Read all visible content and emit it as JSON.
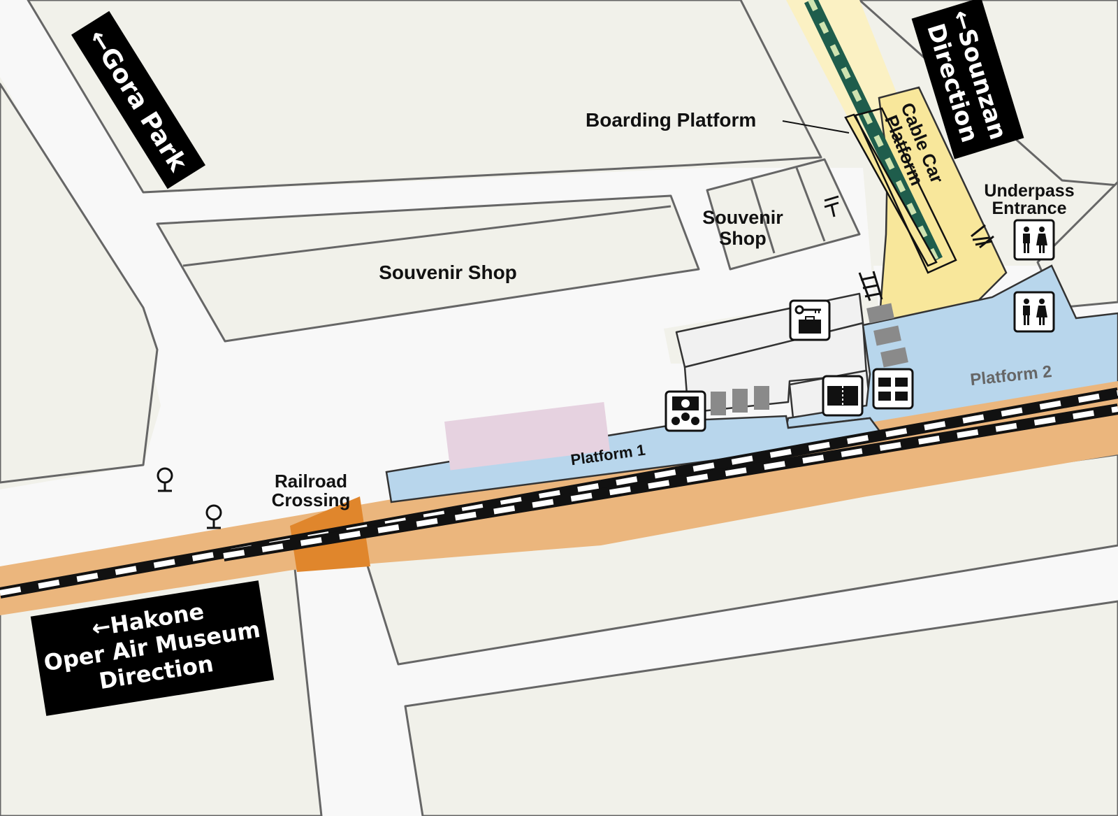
{
  "signs": {
    "gora_park": "←Gora Park",
    "sounzan_line1": "←Sounzan",
    "sounzan_line2": "Direction",
    "hakone_line1": "←Hakone",
    "hakone_line2": "Oper Air Museum",
    "hakone_line3": "Direction"
  },
  "labels": {
    "boarding_platform": "Boarding Platform",
    "cable_car_line1": "Cable Car",
    "cable_car_line2": "Platform",
    "underpass_line1": "Underpass",
    "underpass_line2": "Entrance",
    "souvenir_shop_small_line1": "Souvenir",
    "souvenir_shop_small_line2": "Shop",
    "souvenir_shop_large": "Souvenir Shop",
    "railroad_crossing_line1": "Railroad",
    "railroad_crossing_line2": "Crossing",
    "platform_1": "Platform 1",
    "platform_2": "Platform 2"
  },
  "icons": [
    "post-office-icon",
    "restroom-icon",
    "restroom-icon",
    "coin-locker-icon",
    "fare-adjustment-icon",
    "ticket-gate-icon",
    "luggage-storage-icon",
    "bus-stop-icon",
    "bus-stop-icon"
  ],
  "colors": {
    "ground": "#f1f1ea",
    "road": "#f8f8f8",
    "road_edge": "#666666",
    "rail_bed": "#ebb67d",
    "crossing": "#e0862c",
    "platform": "#b8d6ec",
    "cable_car_platform": "#f8e79b",
    "cable_car_track": "#1f5d4c",
    "highlight_area": "#e6d2e0",
    "sign_background": "#000000",
    "platform_2_text": "#666666"
  }
}
